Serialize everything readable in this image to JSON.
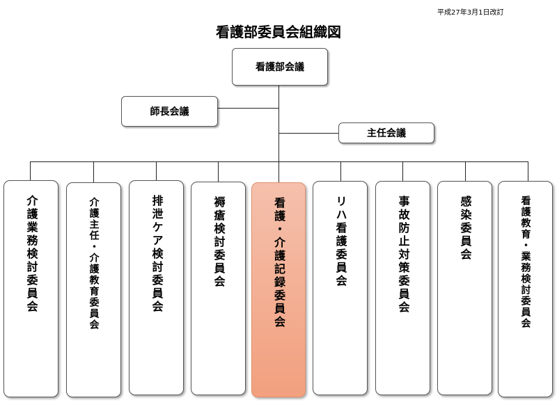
{
  "revision_note": "平成27年3月1日改訂",
  "title": "看護部委員会組織図",
  "top_node": "看護部会議",
  "left_node": "師長会議",
  "right_node": "主任会議",
  "committees": [
    "介護業務検討委員会",
    "介護主任・介護教育委員会",
    "排泄ケア検討委員会",
    "褥瘡検討委員会",
    "看護・介護記録委員会",
    "リハ看護委員会",
    "事故防止対策委員会",
    "感染委員会",
    "看護教育・業務検討委員会"
  ],
  "colors": {
    "highlight": "#f2a07e"
  }
}
